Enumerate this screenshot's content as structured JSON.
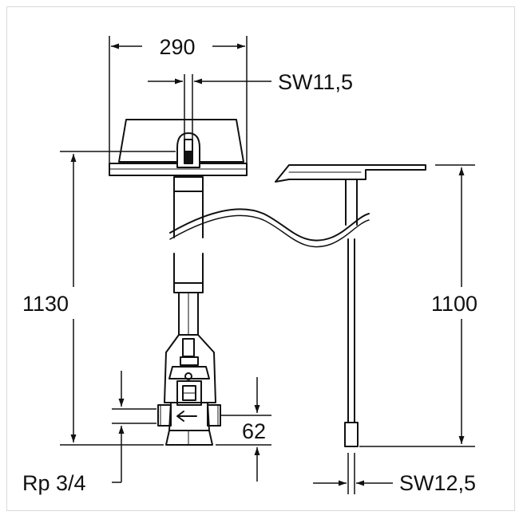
{
  "dimensions": {
    "top_width": "290",
    "spindle_wrench": "SW11,5",
    "total_height": "1130",
    "key_height": "1100",
    "valve_height": "62",
    "thread": "Rp 3/4",
    "key_wrench": "SW12,5"
  },
  "colors": {
    "line": "#111111",
    "background": "#ffffff",
    "frame": "#d9d9d9"
  }
}
